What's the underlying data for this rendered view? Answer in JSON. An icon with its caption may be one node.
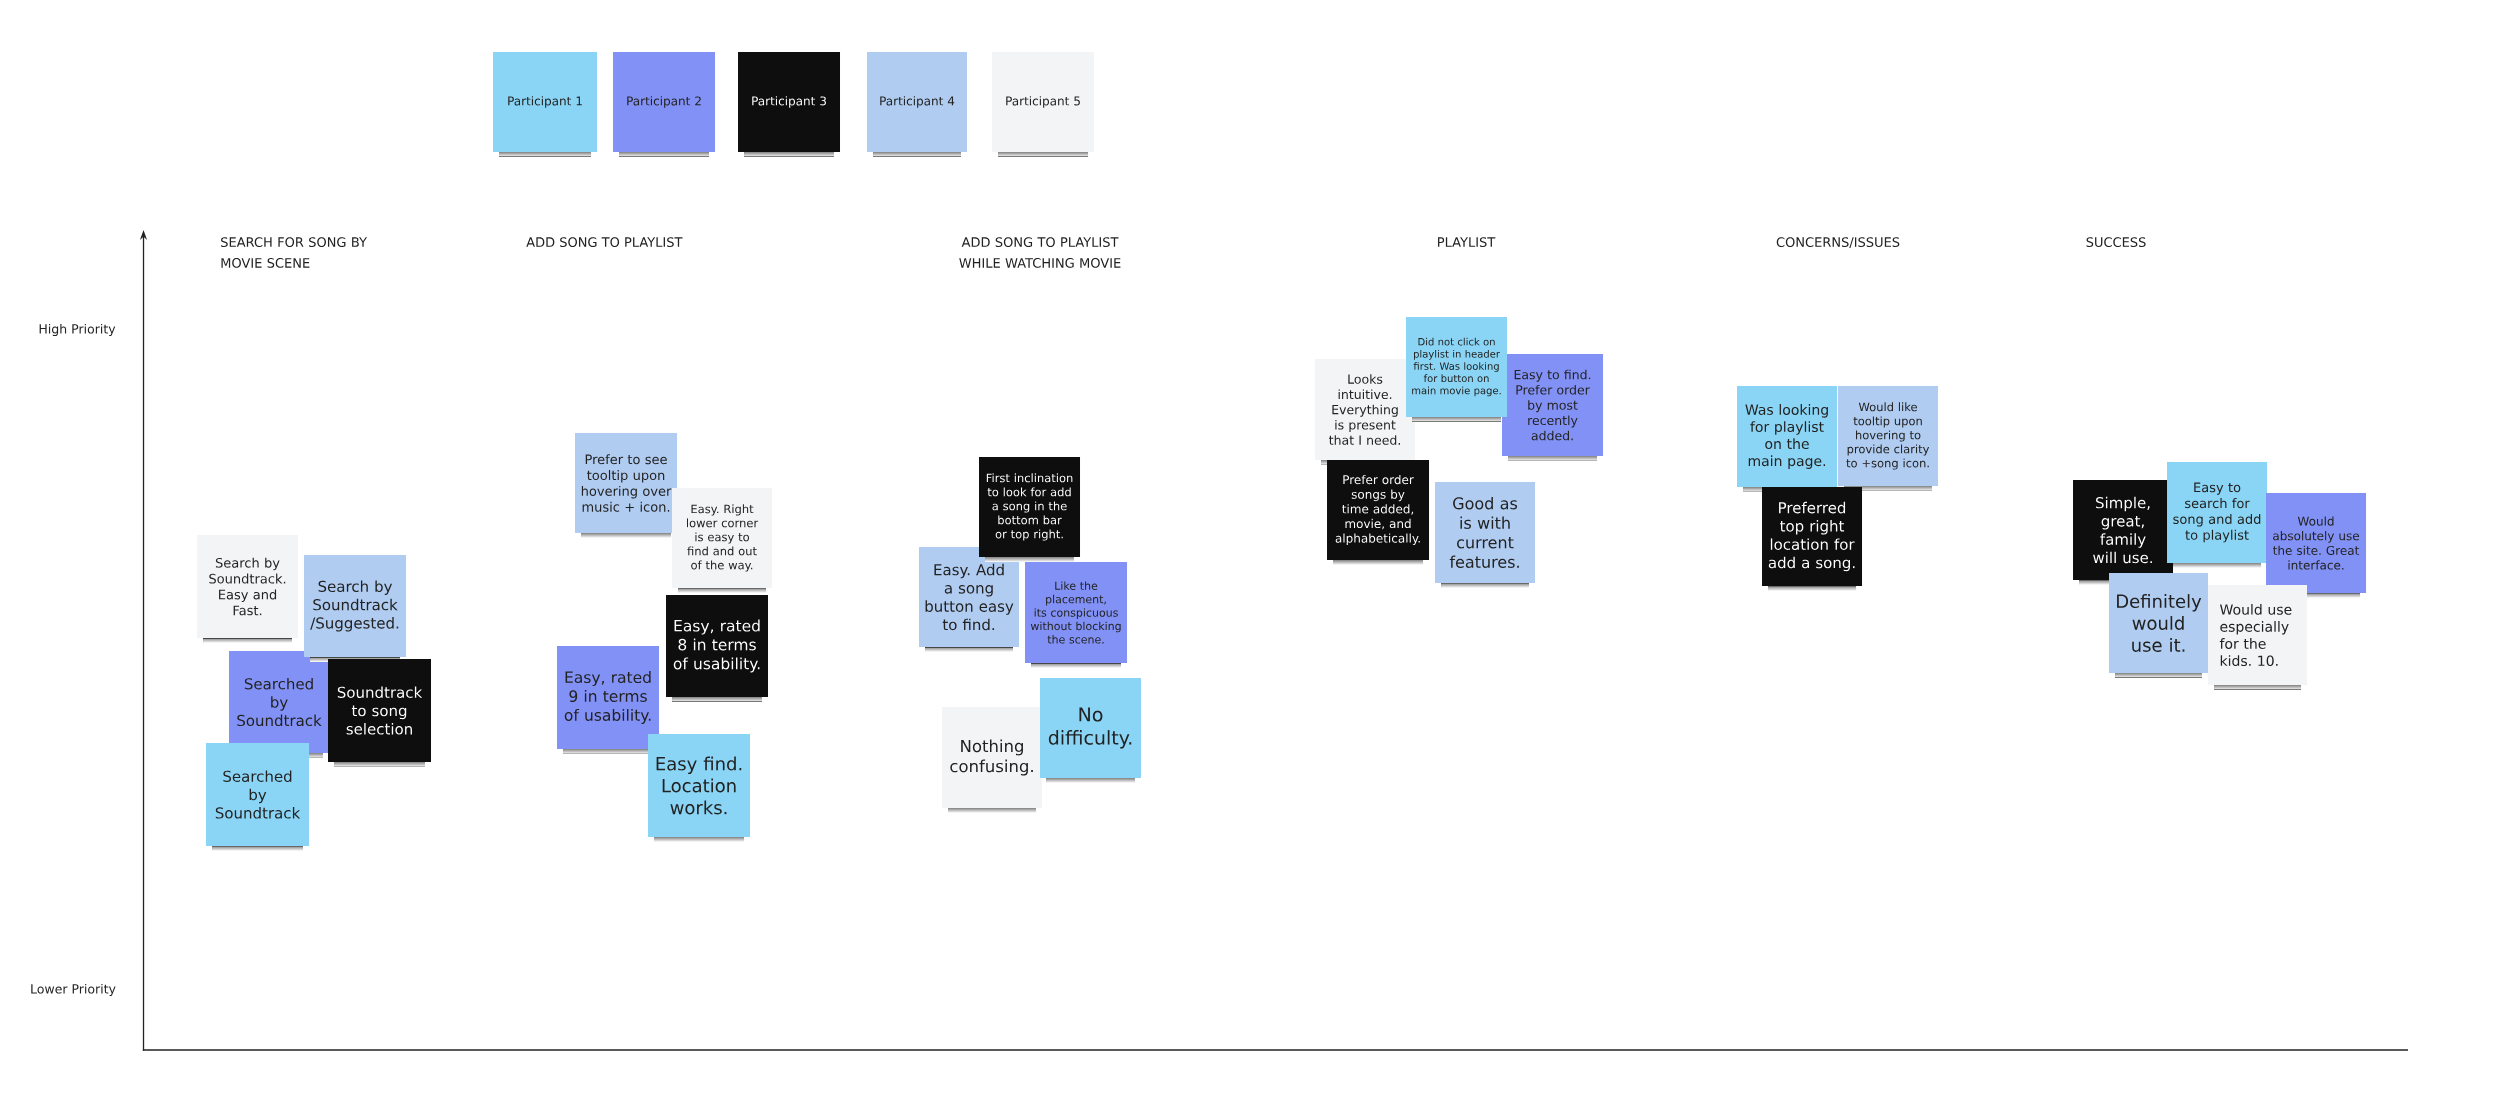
{
  "diagram": {
    "nodes": [
      {
        "text": [
          "Search by Soundtrack. Easy and Fast."
        ]
      },
      {
        "text": [
          "Search by Soundtrack /Suggested."
        ]
      },
      {
        "text": [
          "Searched by Soundtrack"
        ]
      },
      {
        "text": [
          "Soundtrack to song selection"
        ]
      },
      {
        "text": [
          "Searched by Soundtrack"
        ]
      },
      {
        "text": [
          "Prefer to see tooltip upon hovering over music + icon."
        ]
      },
      {
        "text": [
          "Easy. Right lower corner is easy to find and out of the way."
        ]
      },
      {
        "text": [
          "Easy, rated 8 in terms of usability."
        ]
      },
      {
        "text": [
          "Easy, rated 9 in terms of usability."
        ]
      },
      {
        "text": [
          "Easy find. Location works."
        ]
      },
      {
        "text": [
          "First inclination to look for add a song in the bottom bar or top right."
        ]
      },
      {
        "text": [
          "Easy. Add a song button easy to find."
        ]
      },
      {
        "text": [
          "Like the placement, its conspicuous without blocking the scene."
        ]
      },
      {
        "text": [
          "Nothing confusing."
        ]
      },
      {
        "text": [
          "No difficulty."
        ]
      },
      {
        "text": [
          "Did not click on playlist in header first. Was looking for button on main movie page."
        ]
      },
      {
        "text": [
          "Looks intuitive. Everything is present that I need."
        ]
      },
      {
        "text": [
          "Easy to find. Prefer order by most recently added."
        ]
      },
      {
        "text": [
          "Prefer order songs by time added, movie, and alphabetically."
        ]
      },
      {
        "text": [
          "Good as is with current features."
        ]
      },
      {
        "text": [
          "Was looking for playlist on the main page."
        ]
      },
      {
        "text": [
          "Would like tooltip upon hovering to provide clarity to +song icon."
        ]
      },
      {
        "text": [
          "Preferred top right location for add a song."
        ]
      },
      {
        "text": [
          "Simple, great, family will use."
        ]
      },
      {
        "text": [
          "Easy to search for song and add to playlist"
        ]
      },
      {
        "text": [
          "Would absolutely use the site. Great interface."
        ]
      },
      {
        "text": [
          "Definitely would use it."
        ]
      },
      {
        "text": [
          "Would use especially for the kids. 10."
        ]
      }
    ],
    "labels": [
      "SEARCH FOR SONG BY MOVIE SCENE",
      "ADD SONG TO PLAYLIST",
      "ADD SONG TO PLAYLIST WHILE WATCHING MOVIE",
      "PLAYLIST",
      "CONCERNS/ISSUES",
      "SUCCESS",
      "High Priority",
      "Lower Priority"
    ],
    "legend": [
      {
        "text": "Participant 1",
        "color": "#8ad5f5"
      },
      {
        "text": "Participant 2",
        "color": "#8291f5"
      },
      {
        "text": "Participant 3",
        "color": "#0e0e0e"
      },
      {
        "text": "Participant 4",
        "color": "#b0ccf1"
      },
      {
        "text": "Participant 5",
        "color": "#f3f4f6"
      }
    ]
  }
}
